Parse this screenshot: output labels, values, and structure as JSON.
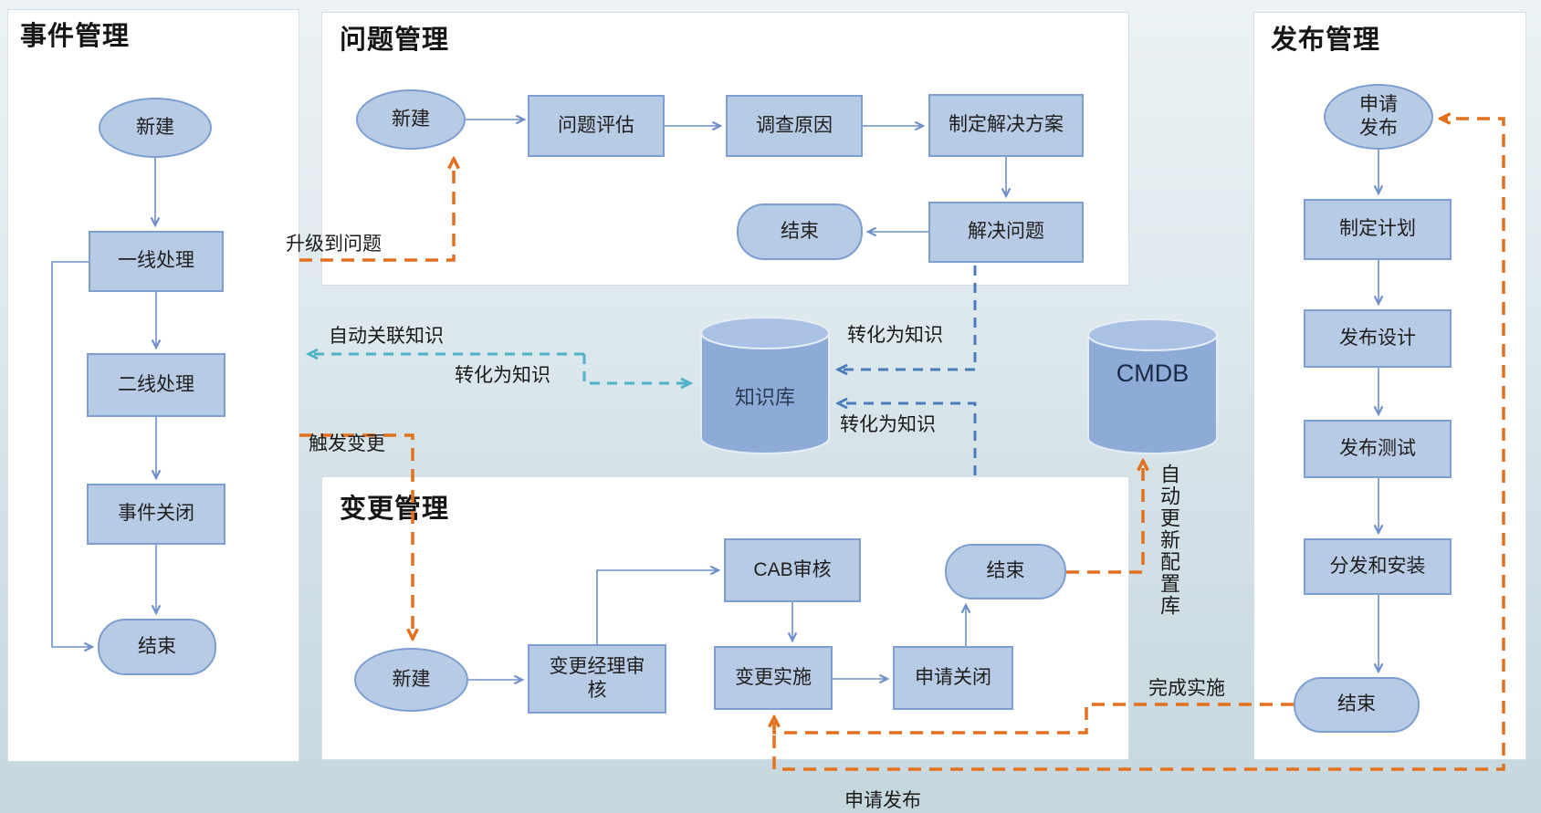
{
  "panels": {
    "incident": {
      "title": "事件管理",
      "nodes": {
        "start": "新建",
        "first_line": "一线处理",
        "second_line": "二线处理",
        "close": "事件关闭",
        "end": "结束"
      }
    },
    "problem": {
      "title": "问题管理",
      "nodes": {
        "start": "新建",
        "evaluate": "问题评估",
        "investigate": "调查原因",
        "make_solution": "制定解决方案",
        "resolve": "解决问题",
        "end": "结束"
      }
    },
    "change": {
      "title": "变更管理",
      "nodes": {
        "start": "新建",
        "manager_review": "变更经理审核",
        "cab_review": "CAB审核",
        "implement": "变更实施",
        "request_close": "申请关闭",
        "end": "结束"
      }
    },
    "release": {
      "title": "发布管理",
      "nodes": {
        "start_line1": "申请",
        "start_line2": "发布",
        "plan": "制定计划",
        "design": "发布设计",
        "test": "发布测试",
        "distribute": "分发和安装",
        "end": "结束"
      }
    }
  },
  "databases": {
    "knowledge_base": "知识库",
    "cmdb": "CMDB"
  },
  "annotations": {
    "escalate_to_problem": "升级到问题",
    "auto_link_knowledge": "自动关联知识",
    "convert_to_knowledge_incident": "转化为知识",
    "convert_to_knowledge_problem": "转化为知识",
    "convert_to_knowledge_change": "转化为知识",
    "trigger_change": "触发变更",
    "auto_update_cmdb": "自动更新配置库",
    "complete_implementation": "完成实施",
    "request_release": "申请发布"
  },
  "colors": {
    "node_fill": "#b8cbe4",
    "node_border": "#7d9ed0",
    "solid_arrow": "#6e8fc9",
    "dashed_blue": "#4a7cba",
    "dashed_teal": "#4db2c6",
    "dashed_orange": "#e2701c",
    "cylinder_body": "#8dabd6",
    "cylinder_top": "#a9c2e3"
  }
}
